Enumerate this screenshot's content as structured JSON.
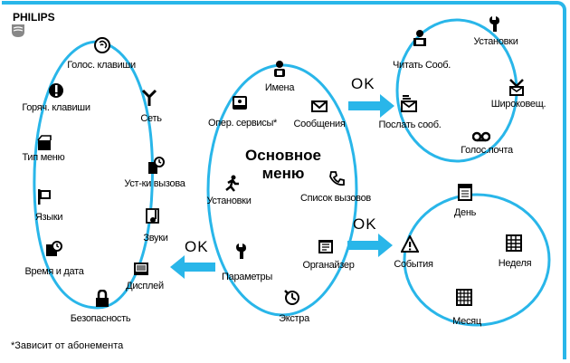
{
  "brand": "PHILIPS",
  "center": {
    "line1": "Основное",
    "line2": "меню"
  },
  "ok_labels": {
    "top": "OK",
    "right": "OK",
    "left": "OK"
  },
  "footnote": "*Зависит от абонемента",
  "main_menu": {
    "names": "Имена",
    "operator": "Опер. сервисы*",
    "messages": "Сообщения",
    "settings": "Установки",
    "call_list": "Список вызовов",
    "params": "Параметры",
    "organizer": "Органайзер",
    "extra": "Экстра"
  },
  "settings_menu": {
    "voice_keys": "Голос. клавиши",
    "hot_keys": "Горяч. клавиши",
    "network": "Сеть",
    "menu_type": "Тип меню",
    "call_settings": "Уст-ки вызова",
    "languages": "Языки",
    "sounds": "Звуки",
    "time_date": "Время и дата",
    "display": "Дисплей",
    "security": "Безопасность"
  },
  "messages_menu": {
    "read": "Читать Сооб.",
    "settings": "Установки",
    "send": "Послать сооб.",
    "broadcast": "Широковещ.",
    "voicemail": "Голос.почта"
  },
  "organizer_menu": {
    "day": "День",
    "events": "События",
    "week": "Неделя",
    "month": "Месяц"
  },
  "colors": {
    "ring": "#29b6e9",
    "ink": "#000000"
  }
}
